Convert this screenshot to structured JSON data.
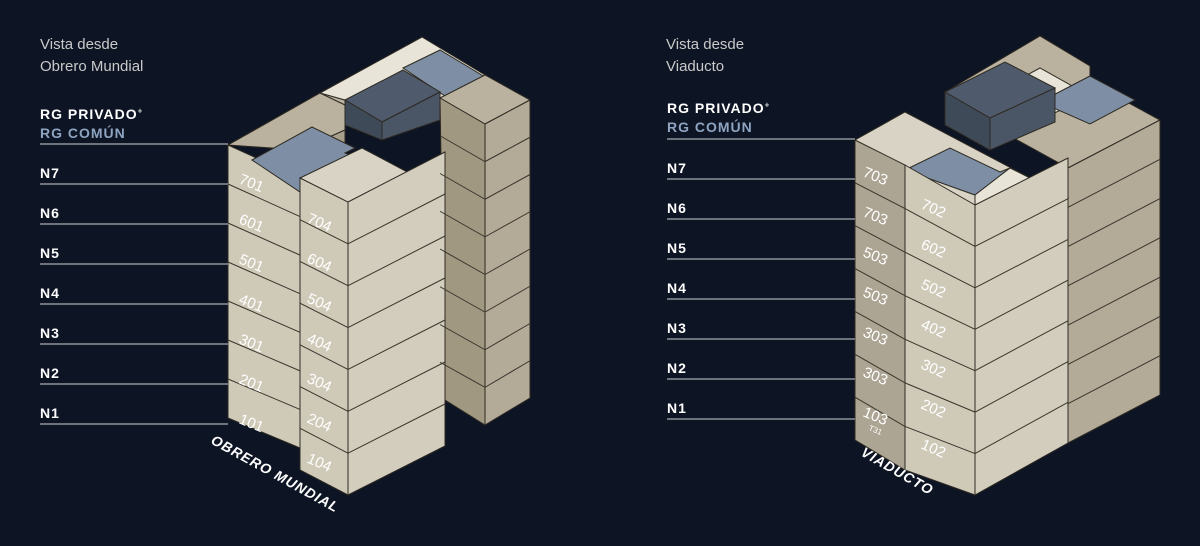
{
  "colors": {
    "background": "#0d1424",
    "facade_front": "#cfc9b8",
    "facade_side": "#ada593",
    "facade_dark": "#a19882",
    "roof_light": "#e8e4d8",
    "roof_terrace_blue": "#7e8fa5",
    "roof_structure": "#4f5b6c",
    "line": "#cfcfcf",
    "label_white": "#ffffff",
    "label_comun": "#8ea4c0"
  },
  "left_view": {
    "caption_line1": "Vista desde",
    "caption_line2": "Obrero Mundial",
    "rg_privado": "RG PRIVADO",
    "rg_privado_mark": "+",
    "rg_comun": "RG COMÚN",
    "levels": [
      "N7",
      "N6",
      "N5",
      "N4",
      "N3",
      "N2",
      "N1"
    ],
    "units_col_a": [
      "701",
      "601",
      "501",
      "401",
      "301",
      "201",
      "101"
    ],
    "units_col_b": [
      "704",
      "604",
      "504",
      "404",
      "304",
      "204",
      "104"
    ],
    "street_label": "OBRERO MUNDIAL"
  },
  "right_view": {
    "caption_line1": "Vista desde",
    "caption_line2": "Viaducto",
    "rg_privado": "RG PRIVADO",
    "rg_privado_mark": "+",
    "rg_comun": "RG COMÚN",
    "levels": [
      "N7",
      "N6",
      "N5",
      "N4",
      "N3",
      "N2",
      "N1"
    ],
    "units_col_a": [
      "703",
      "703",
      "503",
      "503",
      "303",
      "303",
      "103"
    ],
    "unit_col_a_sub": "T31",
    "units_col_b": [
      "702",
      "602",
      "502",
      "402",
      "302",
      "202",
      "102"
    ],
    "street_label": "VIADUCTO"
  }
}
